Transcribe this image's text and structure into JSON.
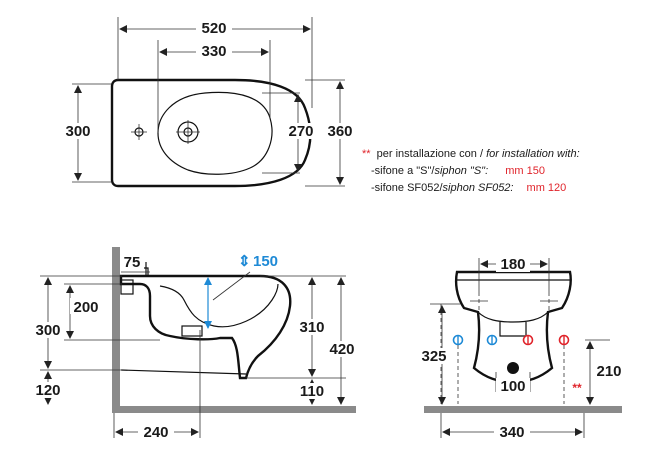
{
  "dimensions": {
    "top_width": "520",
    "top_inner_width": "330",
    "top_left_height": "300",
    "top_inner_height": "270",
    "top_right_height": "360",
    "side_height_75": "75",
    "side_height_150": "150",
    "side_height_200": "200",
    "side_height_300": "300",
    "side_height_120": "120",
    "side_height_310": "310",
    "side_height_420": "420",
    "side_height_110": "110",
    "side_depth_240": "240",
    "front_width_180": "180",
    "front_height_325": "325",
    "front_width_100": "100",
    "front_height_210": "210",
    "front_width_340": "340"
  },
  "note": {
    "marker": "**",
    "line1_plain": "per installazione con / ",
    "line1_italic": "for installation with:",
    "line2_plain": "-sifone a \"S\"/",
    "line2_italic": "siphon \"S\":",
    "line2_value": "mm 150",
    "line3_plain": "-sifone SF052/",
    "line3_italic": "siphon SF052:",
    "line3_value": "mm 120"
  },
  "front_marker": "**",
  "colors": {
    "accent_blue": "#1e8ad6",
    "accent_red": "#e0242b",
    "line": "#111111",
    "floor": "#8a8a8a"
  },
  "icons": {
    "cold_water": "blue-tap-marker",
    "hot_water": "red-tap-marker",
    "arrow": "double-arrow"
  }
}
